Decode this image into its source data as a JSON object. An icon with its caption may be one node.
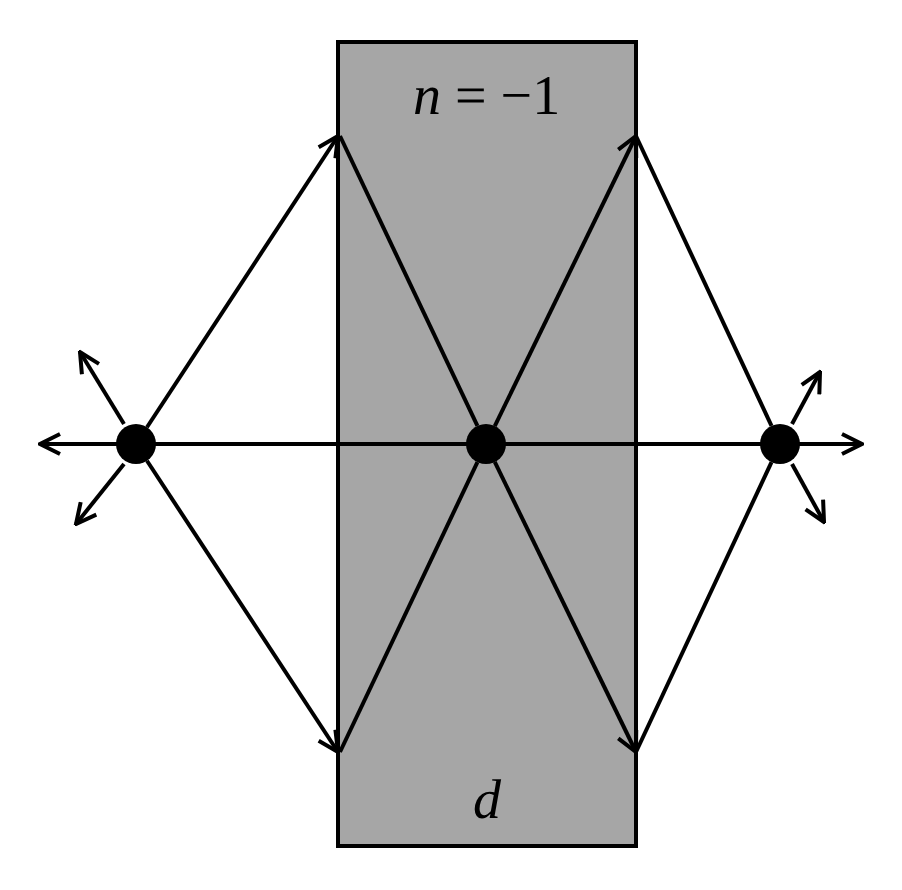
{
  "diagram": {
    "nodes": [
      {
        "text": [
          "*n* = −1",
          "d"
        ]
      },
      {
        "text": [],
        "shape": "circle"
      },
      {
        "text": [],
        "shape": "circle",
        "in": 0
      },
      {
        "text": [],
        "shape": "circle"
      }
    ],
    "edges": [
      {
        "from": 1,
        "to": 0,
        "arrow": "to"
      },
      {
        "from": 1,
        "to": 0,
        "arrow": "to"
      },
      {
        "from": 0,
        "to": 2,
        "arrow": "none"
      },
      {
        "from": 0,
        "to": 2,
        "arrow": "none"
      },
      {
        "from": 2,
        "to": 0,
        "arrow": "to"
      },
      {
        "from": 2,
        "to": 0,
        "arrow": "to"
      },
      {
        "from": 0,
        "to": 3,
        "arrow": "none"
      },
      {
        "from": 0,
        "to": 3,
        "arrow": "none"
      }
    ]
  }
}
